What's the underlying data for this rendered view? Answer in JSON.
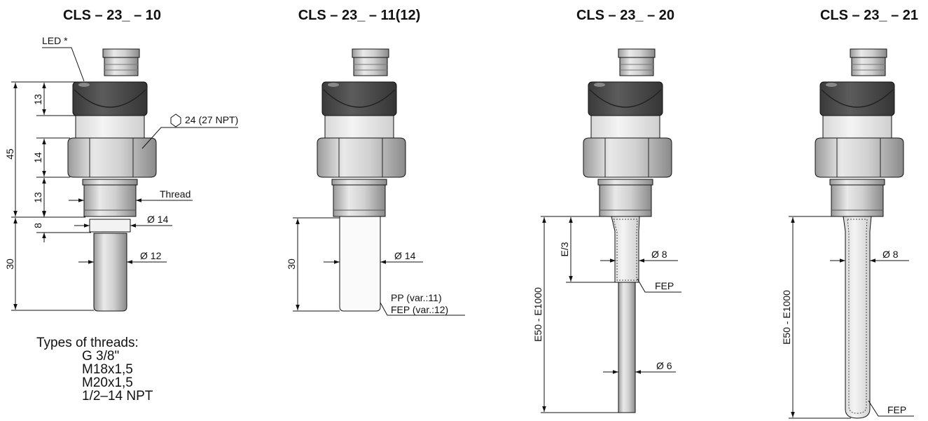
{
  "colors": {
    "body_dark": "#4d4d4d",
    "metal": "#c8c8c8",
    "metal_light": "#e4e4e4",
    "line": "#111111"
  },
  "drawings": [
    {
      "title": "CLS – 23_ – 10",
      "labels": {
        "led": "LED *",
        "hex": "24 (27 NPT)",
        "thread": "Thread",
        "dia_collar": "Ø 14",
        "dia_probe": "Ø 12"
      },
      "dims": {
        "total": "45",
        "head": "13",
        "hex": "14",
        "thread": "13",
        "collar": "8",
        "probe": "30"
      }
    },
    {
      "title": "CLS – 23_ – 11(12)",
      "labels": {
        "dia_probe": "Ø 14",
        "material_1": "PP (var.:11)",
        "material_2": "FEP (var.:12)"
      },
      "dims": {
        "probe": "30"
      }
    },
    {
      "title": "CLS – 23_ – 20",
      "labels": {
        "dia_sleeve": "Ø 8",
        "material": "FEP",
        "dia_rod": "Ø 6"
      },
      "dims": {
        "sleeve": "E/3",
        "length": "E50 - E1000"
      }
    },
    {
      "title": "CLS – 23_ – 21",
      "labels": {
        "dia_probe": "Ø 8",
        "material": "FEP"
      },
      "dims": {
        "length": "E50 - E1000"
      }
    }
  ],
  "threads": {
    "heading": "Types of threads:",
    "items": [
      "G 3/8\"",
      "M18x1,5",
      "M20x1,5",
      "1/2–14 NPT"
    ]
  }
}
